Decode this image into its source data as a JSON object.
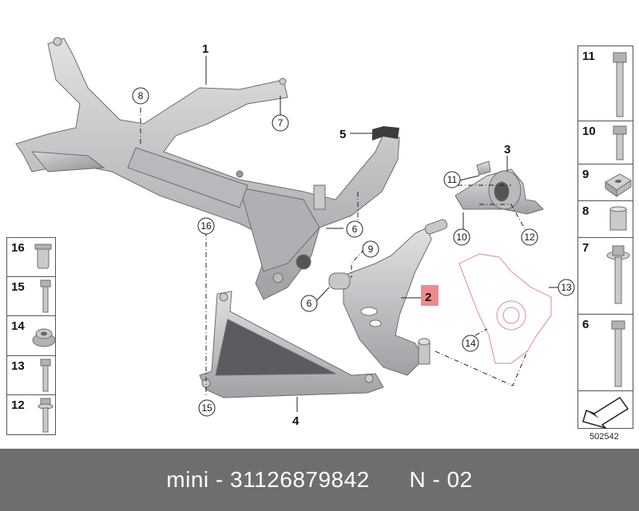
{
  "main_callouts": {
    "c1": "1",
    "c2": "2",
    "c3": "3",
    "c4": "4",
    "c5": "5",
    "c6a": "6",
    "c6b": "6",
    "c7": "7",
    "c8": "8",
    "c9": "9",
    "c10": "10",
    "c11": "11",
    "c12": "12",
    "c13": "13",
    "c14": "14",
    "c15": "15",
    "c16": "16"
  },
  "left_panel": [
    "16",
    "15",
    "14",
    "13",
    "12"
  ],
  "right_panel": [
    "11",
    "10",
    "9",
    "8",
    "7",
    "6"
  ],
  "diagram_code": "502542",
  "footer": {
    "brand": "mini",
    "separator1": " - ",
    "part_number": "31126879842",
    "gap": "      ",
    "page": "N - 02"
  },
  "colors": {
    "part_fill": "#c8cacc",
    "part_stroke": "#6b6d70",
    "highlight": "#f08a8a",
    "footer_bg": "#6e6e6e"
  }
}
